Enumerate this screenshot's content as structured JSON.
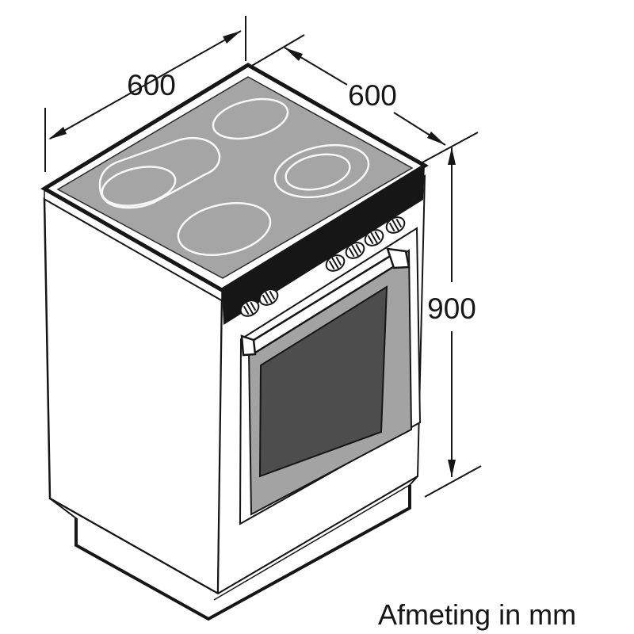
{
  "caption": "Afmeting in mm",
  "dimensions": {
    "width": {
      "label": "600",
      "orientation": "top-left-edge"
    },
    "depth": {
      "label": "600",
      "orientation": "top-right-edge"
    },
    "height": {
      "label": "900",
      "orientation": "right-vertical"
    }
  },
  "appliance": {
    "type": "freestanding-cooker",
    "hob_zones": [
      "dual-oval-zone",
      "rear-single-zone",
      "dual-ring-zone",
      "front-single-zone"
    ],
    "control_knob_count": 6
  },
  "colors": {
    "background": "#ffffff",
    "line": "#161616",
    "hob_glass": "#a5a5a5",
    "door_frame": "#a3a3a3",
    "door_window": "#4d4d4d",
    "burner_ring": "#f7f7f7"
  }
}
